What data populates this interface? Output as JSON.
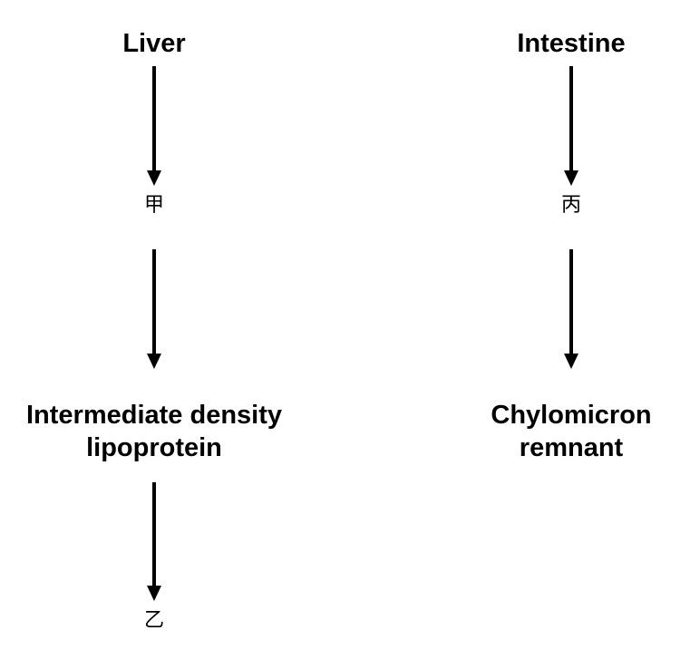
{
  "diagram": {
    "left": {
      "source": "Liver",
      "intermediate_1": "甲",
      "product": [
        "Intermediate density",
        "lipoprotein"
      ],
      "intermediate_2": "乙"
    },
    "right": {
      "source": "Intestine",
      "intermediate_1": "丙",
      "product": [
        "Chylomicron",
        "remnant"
      ]
    }
  }
}
